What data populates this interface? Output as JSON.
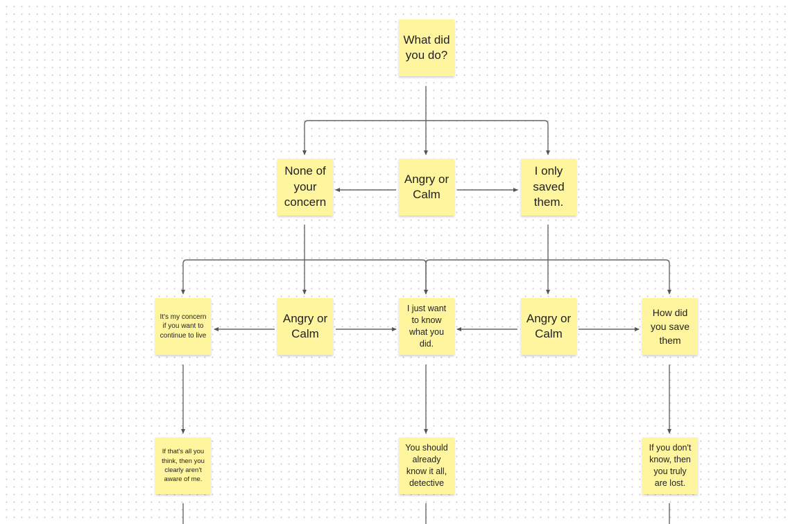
{
  "board": {
    "background": "#ffffff",
    "note_color": "#fff59e",
    "line_color": "#555555"
  },
  "notes": {
    "root": "What did you do?",
    "left_reply": "None of your concern",
    "mood_top": "Angry or Calm",
    "right_reply": "I only saved them.",
    "concern": "It's my concern if you want to continue to live",
    "mood_left": "Angry or Calm",
    "know_did": "I just want to know what you did.",
    "mood_right": "Angry or Calm",
    "how_saved": "How did you save them",
    "aware": "If that's all you think, then you clearly aren't aware of me.",
    "detective": "You should already know it all, detective",
    "lost": "If you don't know, then you truly are lost."
  }
}
